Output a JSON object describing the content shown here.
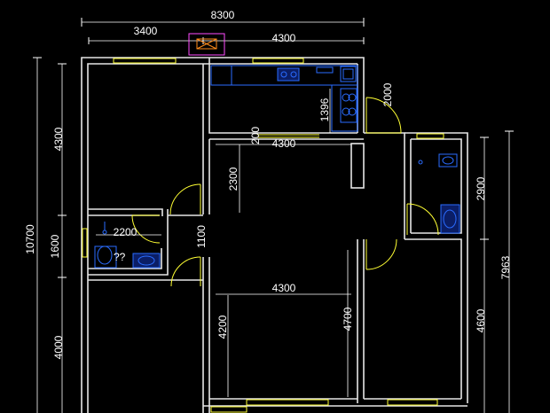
{
  "plan": {
    "background": "#000000",
    "wall_color": "#e6e6e6",
    "door_window_color": "#ffff33",
    "fixture_color": "#2a6cff",
    "vent_color": "#ff4dff",
    "dims": {
      "top_total": "8300",
      "top_left": "3400",
      "top_right": "4300",
      "left_total": "10700",
      "left_upper": "4300",
      "left_mid": "1600",
      "left_lower": "4000",
      "right_total": "7963",
      "right_upper": "2900",
      "right_lower": "4600",
      "kitchen_depth": "1396",
      "kitchen_right": "2000",
      "corridor_small": "200",
      "corridor_width": "4300",
      "living_height": "2300",
      "bath_width": "2200",
      "door_gap": "1100",
      "lower_width": "4300",
      "lower_left_h": "4200",
      "lower_right_h": "4700"
    },
    "icons": {
      "vent": "exhaust-vent-icon",
      "toilet_symbol": "??"
    }
  }
}
